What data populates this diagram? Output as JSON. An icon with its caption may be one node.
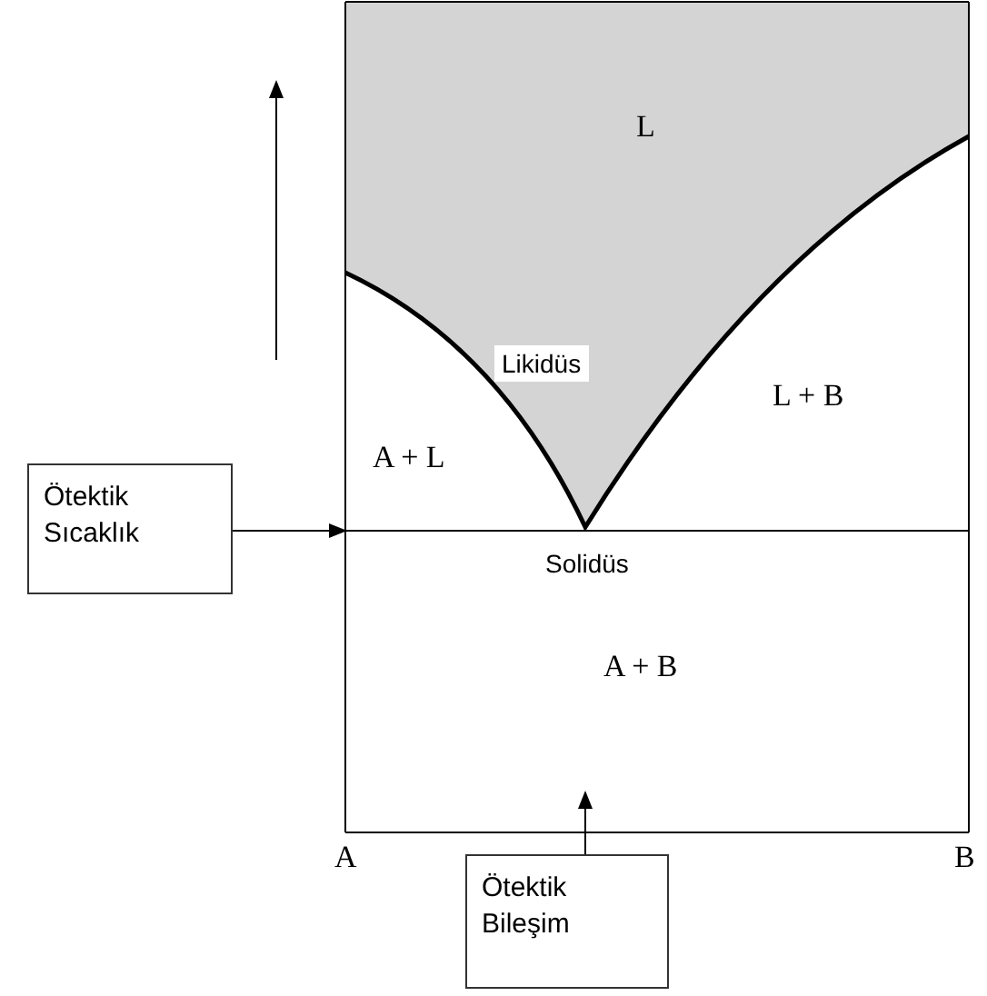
{
  "diagram": {
    "nodes": [
      {
        "text": [
          "Ötektik Sıcaklık"
        ]
      },
      {
        "text": [
          "Ötektik Bileşim"
        ]
      }
    ],
    "edges": [
      {
        "from": 0,
        "to": null,
        "arrow": "to"
      },
      {
        "from": 1,
        "to": null,
        "arrow": "to"
      }
    ],
    "labels": [
      "L",
      "Likidüs",
      "A + L",
      "L + B",
      "Solidüs",
      "A + B",
      "A",
      "B"
    ]
  }
}
